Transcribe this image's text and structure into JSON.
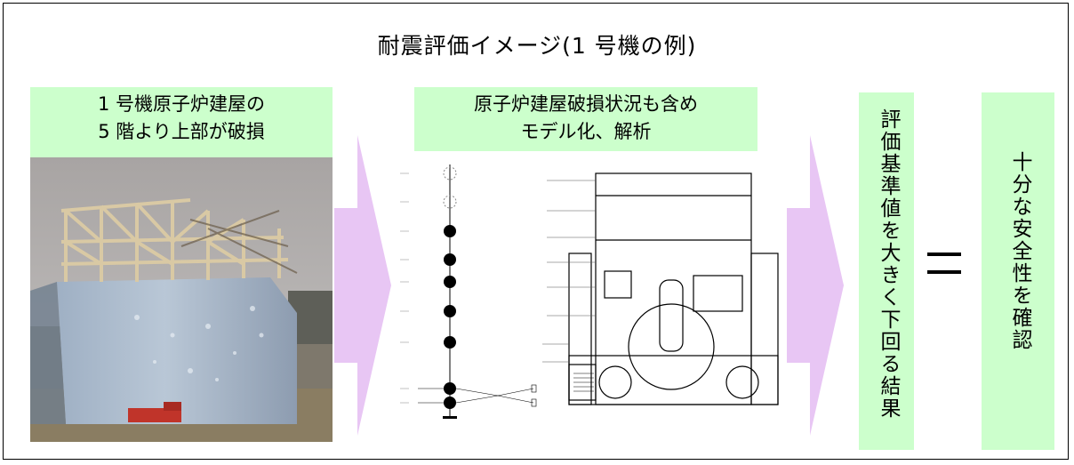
{
  "title": "耐震評価イメージ(1 号機の例)",
  "step1": {
    "line1": "1 号機原子炉建屋の",
    "line2": "5 階より上部が破損"
  },
  "step2": {
    "line1": "原子炉建屋破損状況も含め",
    "line2": "モデル化、解析"
  },
  "step3": {
    "text": "評価基準値を大きく下回る結果"
  },
  "step4": {
    "text": "十分な安全性を確認"
  },
  "equals_sign": "＝",
  "colors": {
    "label_bg": "#ccffcc",
    "arrow": "#e8c6f4",
    "frame": "#000000"
  },
  "icons": [
    "building-photo",
    "arrow-right-icon",
    "equals-icon"
  ]
}
